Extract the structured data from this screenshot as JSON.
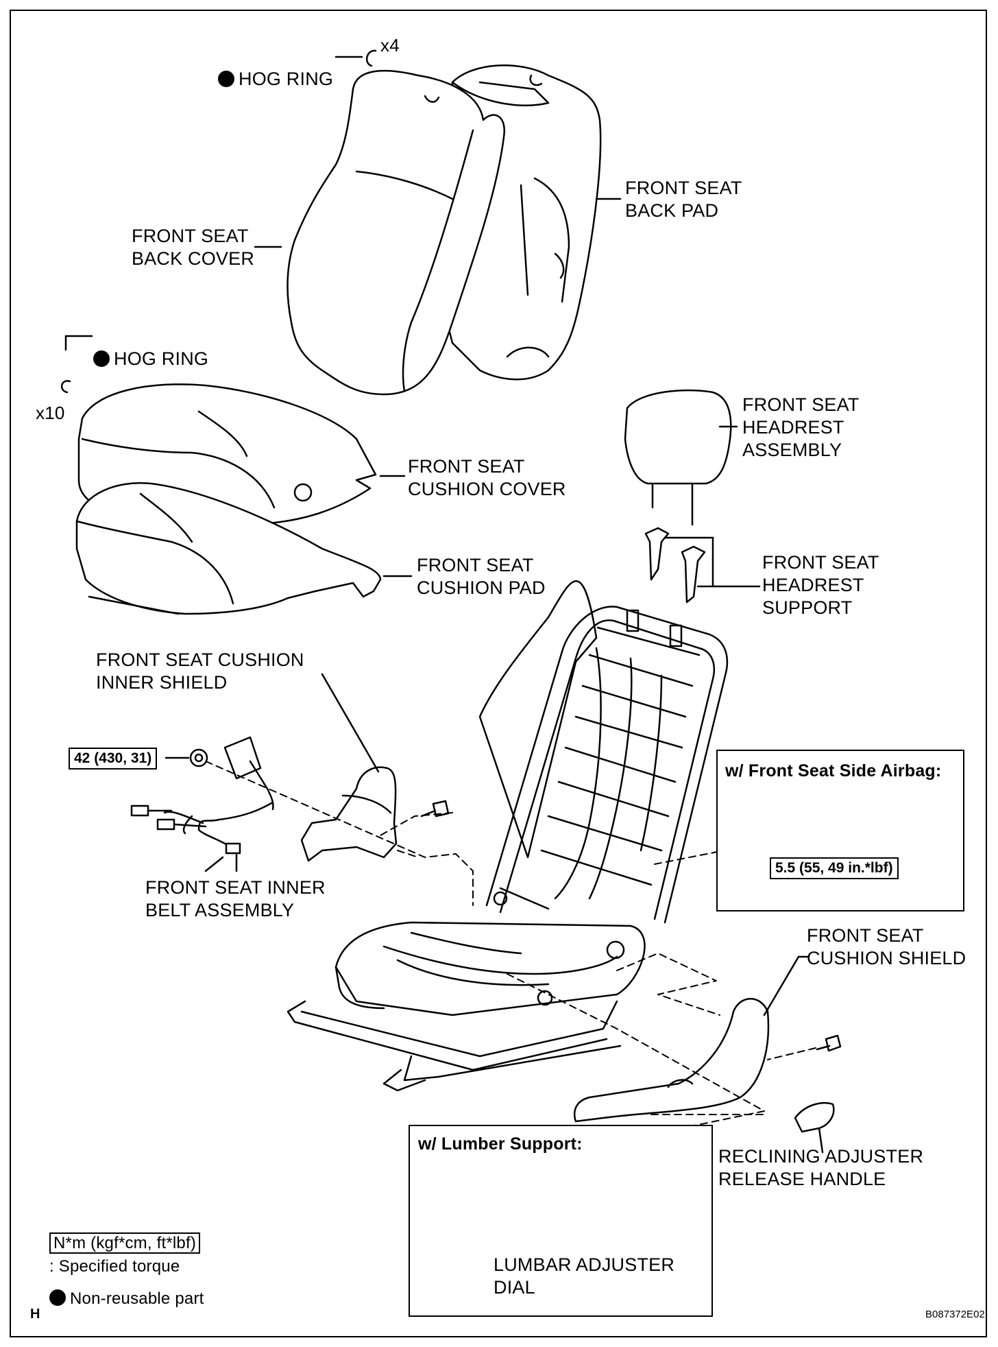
{
  "labels": {
    "hog_ring_top": "HOG RING",
    "hog_ring_top_qty": "x4",
    "back_pad": "FRONT SEAT\nBACK PAD",
    "back_cover": "FRONT SEAT\nBACK COVER",
    "hog_ring_mid": "HOG RING",
    "hog_ring_mid_qty": "x10",
    "headrest_assembly": "FRONT SEAT\nHEADREST\nASSEMBLY",
    "cushion_cover": "FRONT SEAT\nCUSHION COVER",
    "cushion_pad": "FRONT SEAT\nCUSHION PAD",
    "headrest_support": "FRONT SEAT\nHEADREST\nSUPPORT",
    "cushion_inner_shield": "FRONT SEAT CUSHION\nINNER SHIELD",
    "inner_belt_assembly": "FRONT SEAT INNER\nBELT ASSEMBLY",
    "cushion_shield": "FRONT SEAT\nCUSHION SHIELD",
    "reclining_handle": "RECLINING ADJUSTER\nRELEASE HANDLE",
    "lumbar_dial": "LUMBAR ADJUSTER\nDIAL"
  },
  "torques": {
    "belt_bolt": "42 (430, 31)",
    "airbag_nut": "5.5 (55, 49 in.*lbf)"
  },
  "boxes": {
    "airbag_title": "w/ Front Seat Side Airbag:",
    "lumber_title": "w/ Lumber Support:"
  },
  "legend": {
    "torque_unit": "N*m (kgf*cm, ft*lbf)",
    "torque_text": ": Specified torque",
    "nonreusable_text": "Non-reusable part"
  },
  "corner": {
    "left": "H",
    "right": "B087372E02"
  }
}
